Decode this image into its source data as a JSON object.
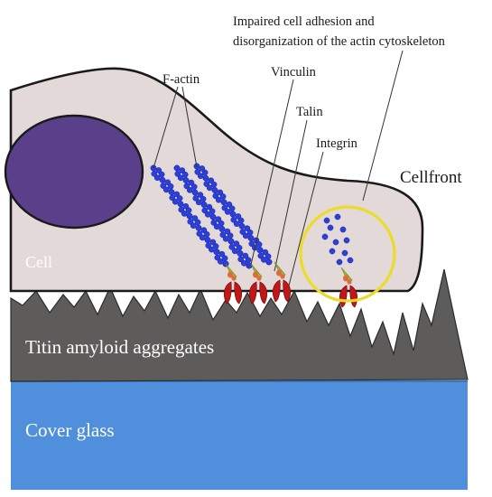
{
  "labels": {
    "impaired_line1": "Impaired cell adhesion and",
    "impaired_line2": "disorganization of the actin cytoskeleton",
    "f_actin": "F-actin",
    "vinculin": "Vinculin",
    "talin": "Talin",
    "integrin": "Integrin",
    "cellfront": "Cellfront",
    "cell": "Cell",
    "titin": "Titin amyloid aggregates",
    "cover_glass": "Cover glass"
  },
  "colors": {
    "cell_body": "#e3d9d9",
    "nucleus": "#5a3f8a",
    "titin_layer": "#5e5b5b",
    "cover_glass": "#4f8fdc",
    "actin": "#2d3fd8",
    "integrin": "#c01818",
    "talin": "#e06a3a",
    "vinculin": "#9ab83a",
    "highlight_circle": "#ecdc2a",
    "leader_line": "#333333"
  },
  "icons": {
    "actin_filament": "actin-filament-icon",
    "adhesion_complex": "focal-adhesion-icon"
  }
}
